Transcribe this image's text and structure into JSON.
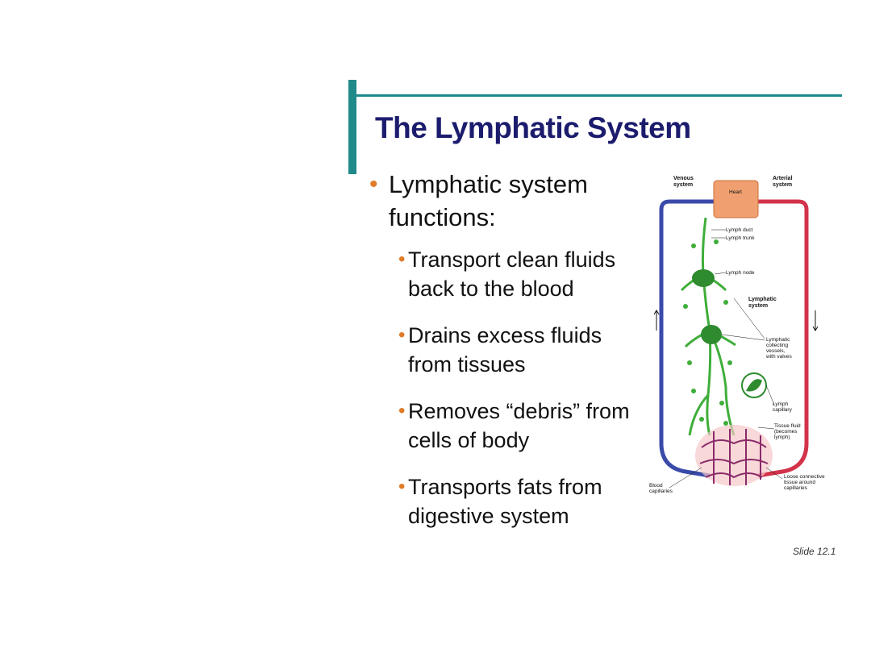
{
  "slide": {
    "title": "The Lymphatic System",
    "main_bullet": "Lymphatic system functions:",
    "sub_bullets": [
      "Transport clean fluids back to the blood",
      "Drains excess fluids from tissues",
      "Removes “debris” from cells of body",
      "Transports fats from digestive system"
    ],
    "slide_number": "Slide 12.1",
    "bullet_color": "#e07b28",
    "title_color": "#1c1c6e",
    "accent_color": "#1f8a8a"
  },
  "diagram": {
    "venous_system": [
      "Venous",
      "system"
    ],
    "arterial_system": [
      "Arterial",
      "system"
    ],
    "heart": "Heart",
    "lymph_duct": "Lymph duct",
    "lymph_trunk": "Lymph trunk",
    "lymph_node": "Lymph node",
    "lymphatic_system": [
      "Lymphatic",
      "system"
    ],
    "collecting_vessels": [
      "Lymphatic",
      "collecting",
      "vessels,",
      "with valves"
    ],
    "lymph_capillary": [
      "Lymph",
      "capillary"
    ],
    "tissue_fluid": [
      "Tissue fluid",
      "(becomes",
      "lymph)"
    ],
    "blood_capillaries": [
      "Blood",
      "capillaries"
    ],
    "loose_connective": [
      "Loose connective",
      "tissue around",
      "capillaries"
    ],
    "venous_color": "#3a4aa8",
    "arterial_color": "#d2334a",
    "lymph_color": "#3fae3a",
    "heart_color": "#f0a070"
  }
}
